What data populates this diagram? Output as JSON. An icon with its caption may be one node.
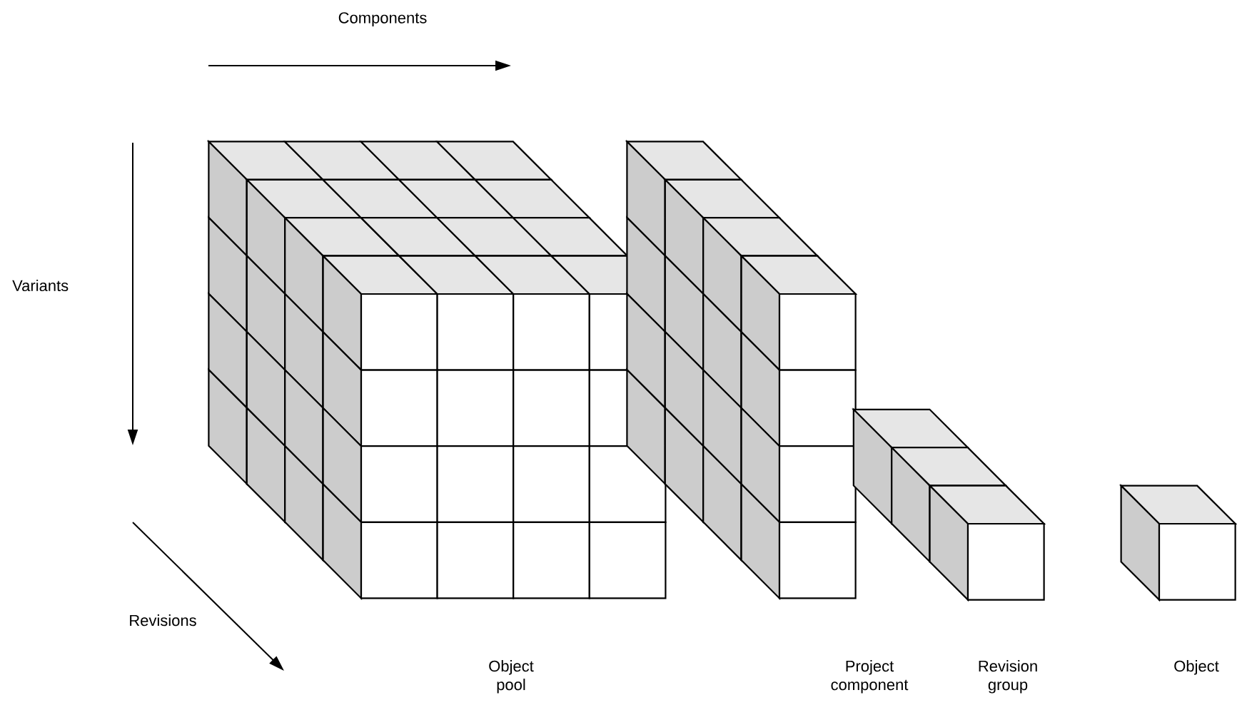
{
  "diagram": {
    "nodes": [
      {
        "text": [],
        "shape": "picture",
        "beside": [
          "Object pool"
        ]
      },
      {
        "text": [],
        "shape": "picture",
        "beside": [
          "Project component"
        ]
      },
      {
        "text": [],
        "shape": "picture",
        "beside": [
          "Revision group"
        ]
      },
      {
        "text": [],
        "shape": "picture",
        "beside": [
          "Object"
        ]
      }
    ],
    "edges": [],
    "labels": [
      "Components",
      "Variants",
      "Revisions"
    ]
  }
}
